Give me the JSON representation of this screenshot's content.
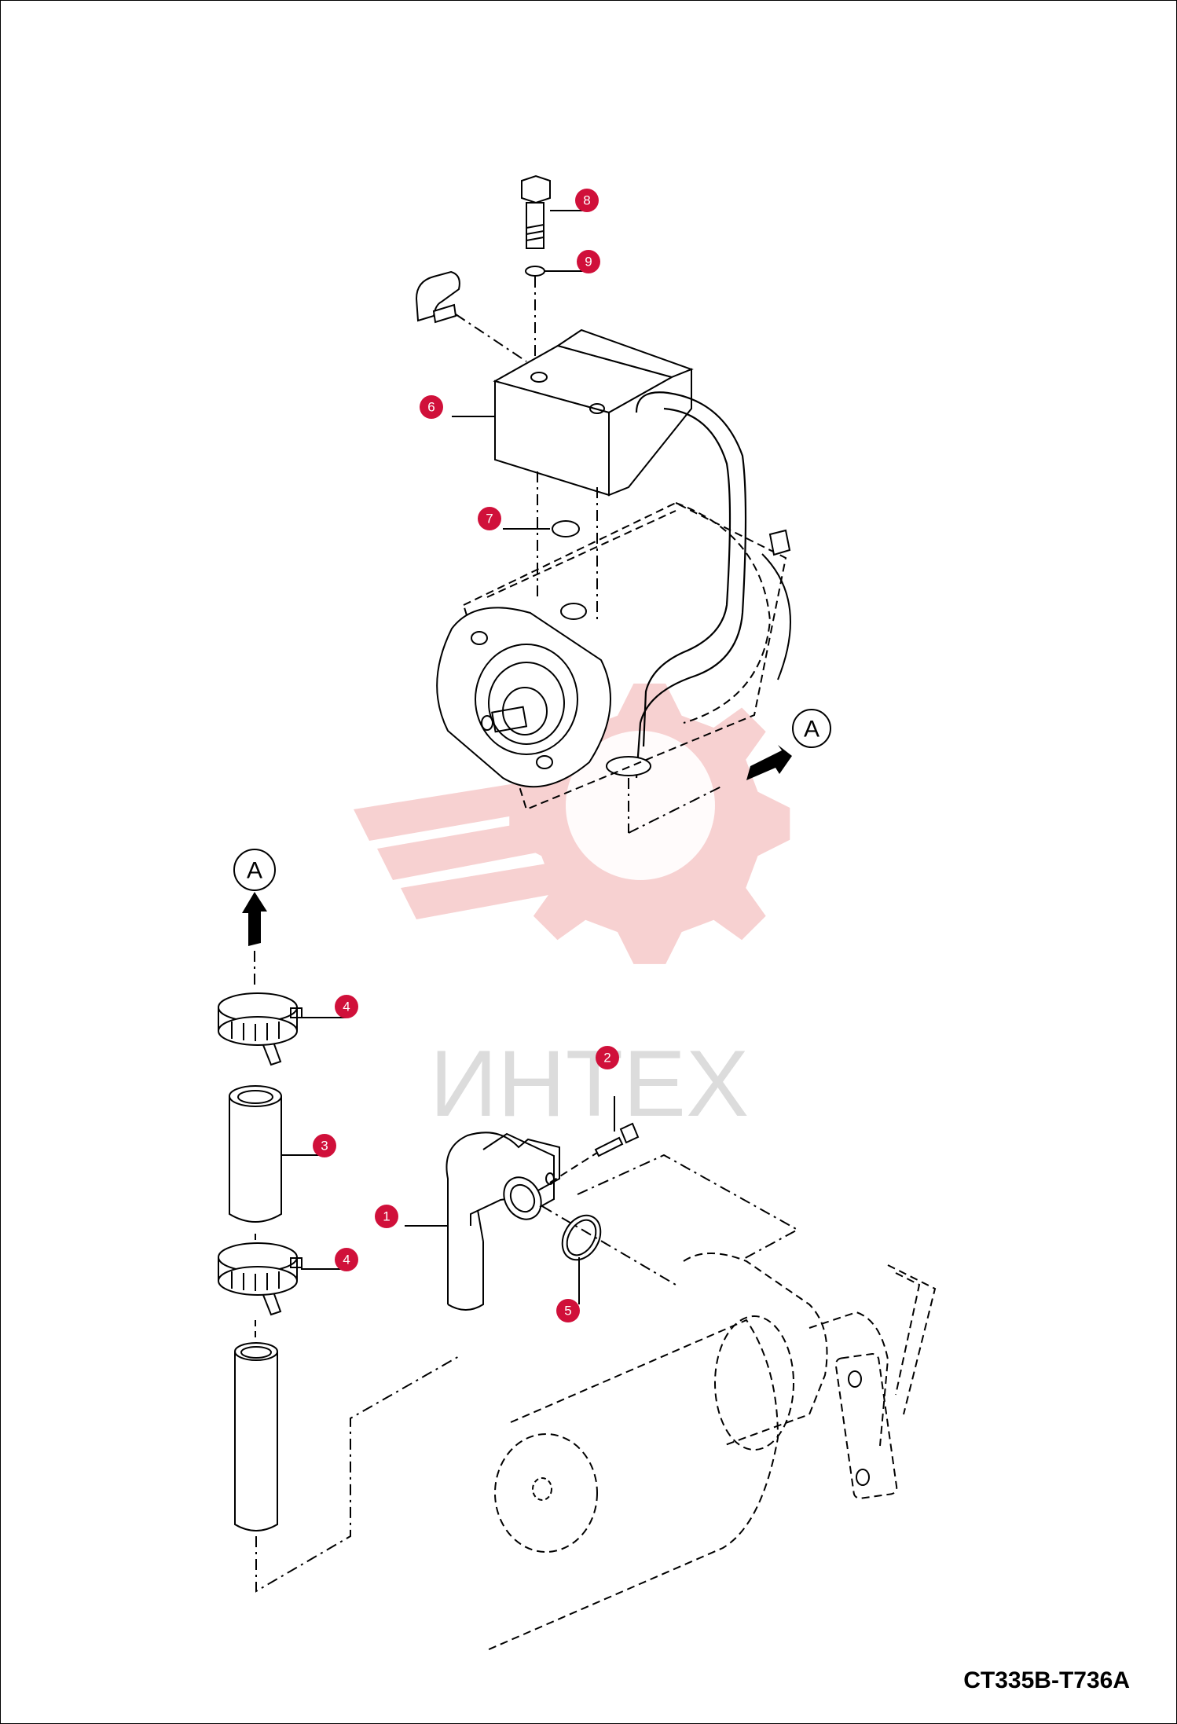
{
  "watermark": {
    "text": "ИНТЕХ"
  },
  "view_labels": {
    "upper": "A",
    "lower": "A"
  },
  "callouts": [
    {
      "id": "1",
      "label": "1"
    },
    {
      "id": "2",
      "label": "2"
    },
    {
      "id": "3",
      "label": "3"
    },
    {
      "id": "4a",
      "label": "4"
    },
    {
      "id": "4b",
      "label": "4"
    },
    {
      "id": "5",
      "label": "5"
    },
    {
      "id": "6",
      "label": "6"
    },
    {
      "id": "7",
      "label": "7"
    },
    {
      "id": "8",
      "label": "8"
    },
    {
      "id": "9",
      "label": "9"
    }
  ],
  "drawing_code": "CT335B-T736A",
  "colors": {
    "callout": "#d0103a",
    "watermark": "#f6c9c9"
  }
}
